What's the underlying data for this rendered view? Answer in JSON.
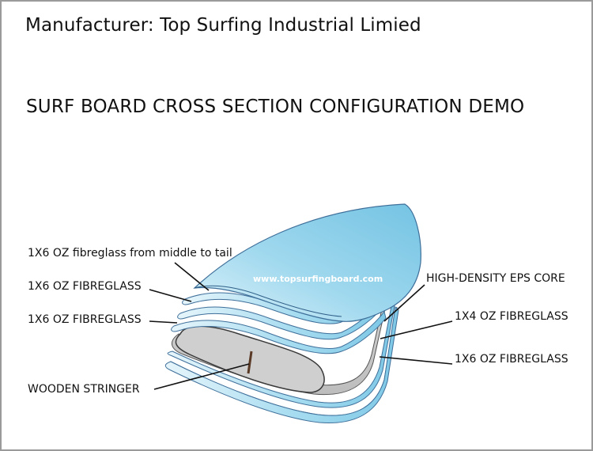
{
  "header": {
    "manufacturer": "Manufacturer: Top Surfing Industrial Limied",
    "title": "SURF BOARD CROSS SECTION CONFIGURATION DEMO"
  },
  "diagram": {
    "watermark": "www.topsurfingboard.com",
    "labels_left": [
      "1X6 OZ fibreglass from middle to tail",
      "1X6 OZ FIBREGLASS",
      "1X6 OZ FIBREGLASS",
      "WOODEN STRINGER"
    ],
    "labels_right": [
      "HIGH-DENSITY EPS CORE",
      "1X4 OZ FIBREGLASS",
      "1X6 OZ FIBREGLASS"
    ],
    "colors": {
      "layer_fill": "#7ec8e6",
      "layer_light": "#e6f5fb",
      "layer_stroke": "#3e6f9a",
      "core_fill": "#c8c8c8",
      "stringer": "#5a3a26"
    }
  }
}
